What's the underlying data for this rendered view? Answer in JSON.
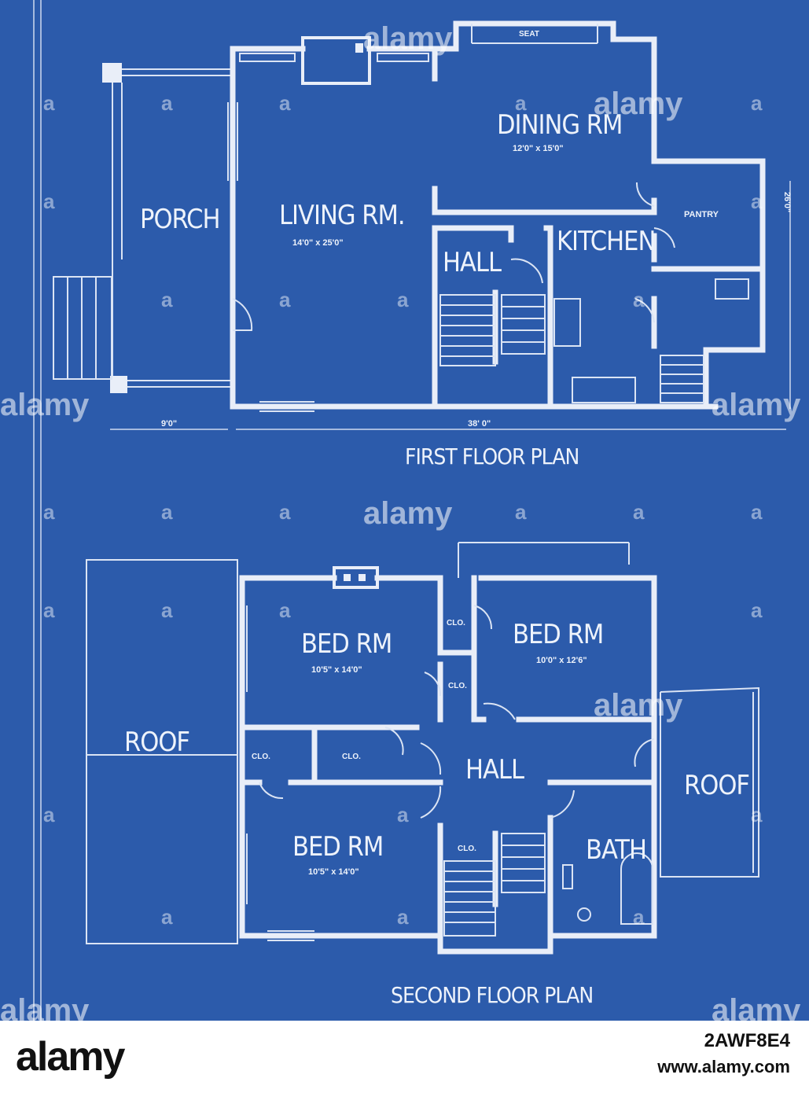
{
  "first_floor": {
    "title": "FIRST FLOOR PLAN",
    "rooms": {
      "porch": "PORCH",
      "living": "LIVING RM.",
      "living_dim": "14'0\" x 25'0\"",
      "dining": "DINING RM",
      "dining_dim": "12'0\" x 15'0\"",
      "pantry": "PANTRY",
      "kitchen": "KITCHEN",
      "hall": "HALL",
      "seat": "SEAT"
    },
    "dimensions": {
      "porch_width": "9'0\"",
      "house_width": "38' 0\"",
      "house_depth": "26'0\""
    }
  },
  "second_floor": {
    "title": "SECOND FLOOR PLAN",
    "rooms": {
      "bed_nw": "BED RM",
      "bed_nw_dim": "10'5\" x 14'0\"",
      "bed_ne": "BED RM",
      "bed_ne_dim": "10'0\" x 12'6\"",
      "bed_sw": "BED RM",
      "bed_sw_dim": "10'5\" x 14'0\"",
      "hall": "HALL",
      "bath": "BATH",
      "roof_left": "ROOF",
      "roof_right": "ROOF",
      "closet": "CLO."
    }
  },
  "watermark": {
    "text": "alamy",
    "letter": "a"
  },
  "footer": {
    "logo": "alamy",
    "image_id": "2AWF8E4",
    "url": "www.alamy.com"
  }
}
